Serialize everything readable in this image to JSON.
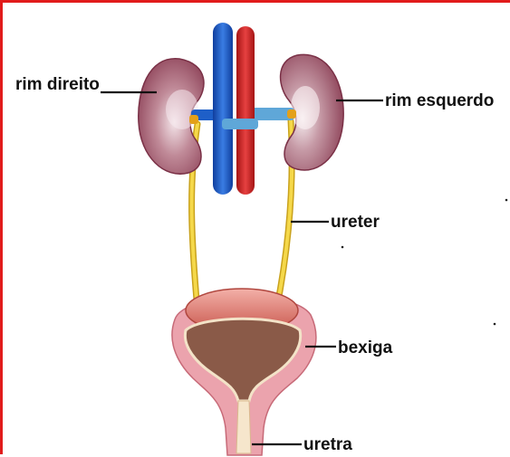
{
  "labels": {
    "right_kidney": "rim direito",
    "left_kidney": "rim esquerdo",
    "ureter": "ureter",
    "bladder": "bexiga",
    "urethra": "uretra"
  },
  "colors": {
    "frame": "#e11b1b",
    "kidney": "#a45a6e",
    "vein": "#1e5fc8",
    "artery": "#d32525",
    "ureter": "#f2cf3a",
    "bladder_outer": "#e79aa5",
    "bladder_lumen": "#8a5a4a"
  }
}
